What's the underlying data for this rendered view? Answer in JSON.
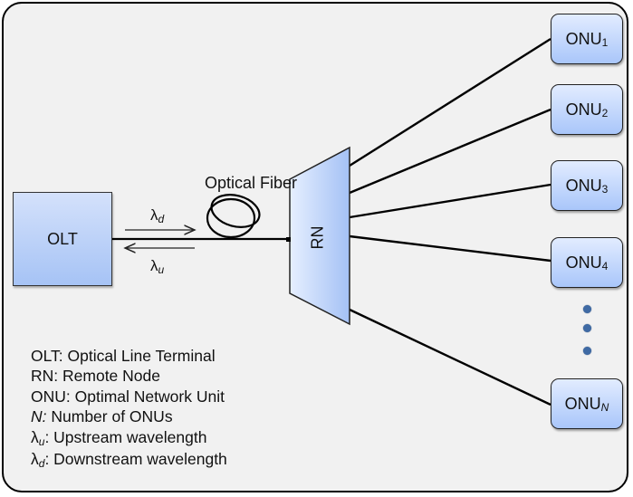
{
  "diagram": {
    "olt": {
      "label": "OLT"
    },
    "rn": {
      "label": "RN"
    },
    "fiber": {
      "label": "Optical Fiber"
    },
    "downstream": {
      "symbol": "λ",
      "sub": "d"
    },
    "upstream": {
      "symbol": "λ",
      "sub": "u"
    },
    "onus": [
      {
        "label": "ONU",
        "sub": "1"
      },
      {
        "label": "ONU",
        "sub": "2"
      },
      {
        "label": "ONU",
        "sub": "3"
      },
      {
        "label": "ONU",
        "sub": "4"
      },
      {
        "label": "ONU",
        "sub": "N"
      }
    ],
    "ellipsis_dots": 3
  },
  "legend": {
    "items": [
      {
        "term": "OLT",
        "sep": ": ",
        "desc": "Optical Line Terminal"
      },
      {
        "term": "RN",
        "sep": ": ",
        "desc": "Remote Node"
      },
      {
        "term": "ONU",
        "sep": ": ",
        "desc": "Optimal Network Unit"
      },
      {
        "term": "N",
        "sep": ": ",
        "desc": "Number of ONUs"
      },
      {
        "term": "λ",
        "sub": "u",
        "sep": ": ",
        "desc": "Upstream wavelength"
      },
      {
        "term": "λ",
        "sub": "d",
        "sep": ": ",
        "desc": "Downstream wavelength"
      }
    ]
  },
  "colors": {
    "box_top": "#e2ecff",
    "box_bottom": "#a9c6fa",
    "dot": "#3f6aa4",
    "background": "#f1f1f1"
  }
}
